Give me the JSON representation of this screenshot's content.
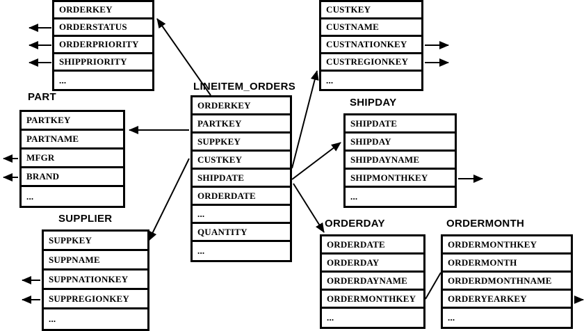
{
  "diagram": {
    "background": "#ffffff",
    "line_color": "#000000",
    "tables": {
      "orders": {
        "title": "",
        "fields": [
          "ORDERKEY",
          "ORDERSTATUS",
          "ORDERPRIORITY",
          "SHIPPRIORITY",
          "..."
        ]
      },
      "part": {
        "title": "PART",
        "fields": [
          "PARTKEY",
          "PARTNAME",
          "MFGR",
          "BRAND",
          "..."
        ]
      },
      "supplier": {
        "title": "SUPPLIER",
        "fields": [
          "SUPPKEY",
          "SUPPNAME",
          "SUPPNATIONKEY",
          "SUPPREGIONKEY",
          "..."
        ]
      },
      "lineitem_orders": {
        "title": "LINEITEM_ORDERS",
        "fields": [
          "ORDERKEY",
          "PARTKEY",
          "SUPPKEY",
          "CUSTKEY",
          "SHIPDATE",
          "ORDERDATE",
          "...",
          "QUANTITY",
          "..."
        ]
      },
      "customer": {
        "title": "",
        "fields": [
          "CUSTKEY",
          "CUSTNAME",
          "CUSTNATIONKEY",
          "CUSTREGIONKEY",
          "..."
        ]
      },
      "shipday": {
        "title": "SHIPDAY",
        "fields": [
          "SHIPDATE",
          "SHIPDAY",
          "SHIPDAYNAME",
          "SHIPMONTHKEY",
          "..."
        ]
      },
      "orderday": {
        "title": "ORDERDAY",
        "fields": [
          "ORDERDATE",
          "ORDERDAY",
          "ORDERDAYNAME",
          "ORDERMONTHKEY",
          "..."
        ]
      },
      "ordermonth": {
        "title": "ORDERMONTH",
        "fields": [
          "ORDERMONTHKEY",
          "ORDERMONTH",
          "ORDERDMONTHNAME",
          "ORDERYEARKEY",
          "..."
        ]
      }
    },
    "connections": [
      {
        "from": "lineitem_orders",
        "to": "orders.ORDERKEY",
        "style": "arrow"
      },
      {
        "from": "lineitem_orders.PARTKEY",
        "to": "part.PARTKEY",
        "style": "arrow"
      },
      {
        "from": "lineitem_orders.SUPPKEY",
        "to": "supplier",
        "style": "arrow"
      },
      {
        "from": "lineitem_orders.CUSTKEY",
        "to": "customer",
        "style": "arrow"
      },
      {
        "from": "lineitem_orders.SHIPDATE",
        "to": "shipday.SHIPDATE",
        "style": "arrow"
      },
      {
        "from": "lineitem_orders.ORDERDATE",
        "to": "orderday.ORDERDATE",
        "style": "arrow"
      },
      {
        "from": "orderday.ORDERMONTHKEY",
        "to": "ordermonth",
        "style": "line"
      },
      {
        "from": "orders.ORDERSTATUS",
        "to": "offscreen-left",
        "style": "arrow"
      },
      {
        "from": "orders.ORDERPRIORITY",
        "to": "offscreen-left",
        "style": "arrow"
      },
      {
        "from": "orders.SHIPPRIORITY",
        "to": "offscreen-left",
        "style": "arrow"
      },
      {
        "from": "part.MFGR",
        "to": "offscreen-left",
        "style": "arrow"
      },
      {
        "from": "part.BRAND",
        "to": "offscreen-left",
        "style": "arrow"
      },
      {
        "from": "supplier.SUPPNATIONKEY",
        "to": "offscreen-left",
        "style": "arrow"
      },
      {
        "from": "supplier.SUPPREGIONKEY",
        "to": "offscreen-left",
        "style": "arrow"
      },
      {
        "from": "customer.CUSTNATIONKEY",
        "to": "offscreen-right",
        "style": "arrow"
      },
      {
        "from": "customer.CUSTREGIONKEY",
        "to": "offscreen-right",
        "style": "arrow"
      },
      {
        "from": "shipday.SHIPMONTHKEY",
        "to": "offscreen-right",
        "style": "arrow"
      },
      {
        "from": "ordermonth.ORDERYEARKEY",
        "to": "offscreen-right",
        "style": "arrow"
      }
    ]
  }
}
